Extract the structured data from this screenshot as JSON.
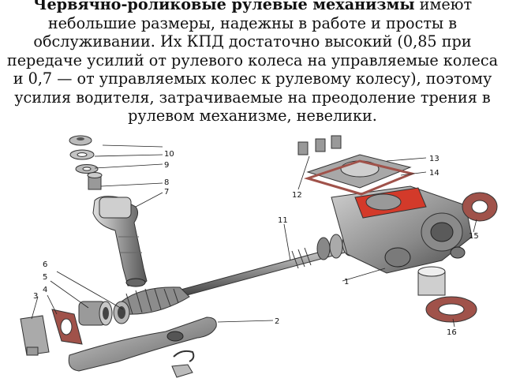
{
  "text": {
    "bold": "Червячно-роликовые рулевые механизмы",
    "body": " имеют небольшие размеры, надежны в работе и просты в обслуживании. Их КПД достаточно высокий (0,85 при передаче усилий от рулевого колеса на управляемые колеса и 0,7 — от управляемых колес к рулевому колесу), поэтому усилия водителя, затрачиваемые на преодоление трения в рулевом механизме, невелики."
  },
  "figure": {
    "labels": [
      "1",
      "2",
      "3",
      "4",
      "5",
      "6",
      "7",
      "8",
      "9",
      "10",
      "11",
      "12",
      "13",
      "14",
      "15",
      "16"
    ]
  },
  "colors": {
    "metal": "#9a9a9a",
    "metal_dark": "#4a4a4a",
    "gasket": "#a0524a",
    "red": "#d33a2a"
  }
}
